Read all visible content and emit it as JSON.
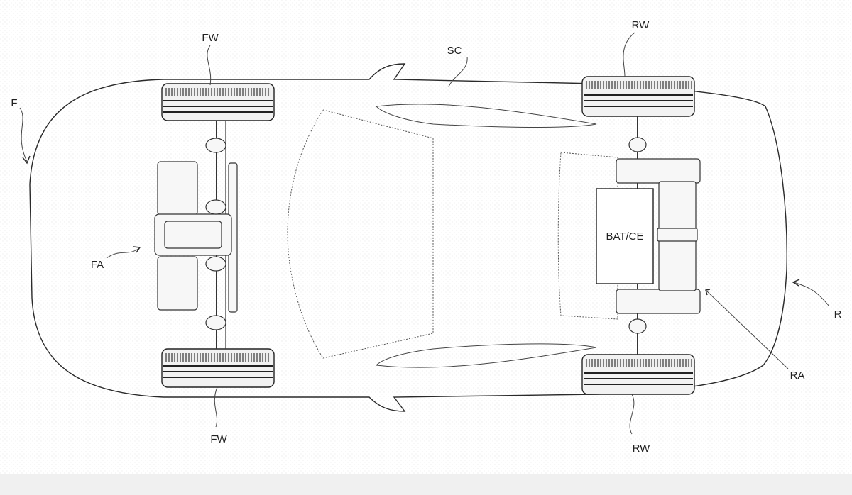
{
  "labels": {
    "front": "F",
    "rear": "R",
    "front_axle": "FA",
    "rear_axle": "RA",
    "front_wheel_top": "FW",
    "front_wheel_bottom": "FW",
    "rear_wheel_top": "RW",
    "rear_wheel_bottom": "RW",
    "structure": "SC",
    "battery": "BAT/CE"
  },
  "colors": {
    "background": "#ffffff",
    "ink": "#2a2a2a",
    "footer_band": "#f0f0f0"
  }
}
